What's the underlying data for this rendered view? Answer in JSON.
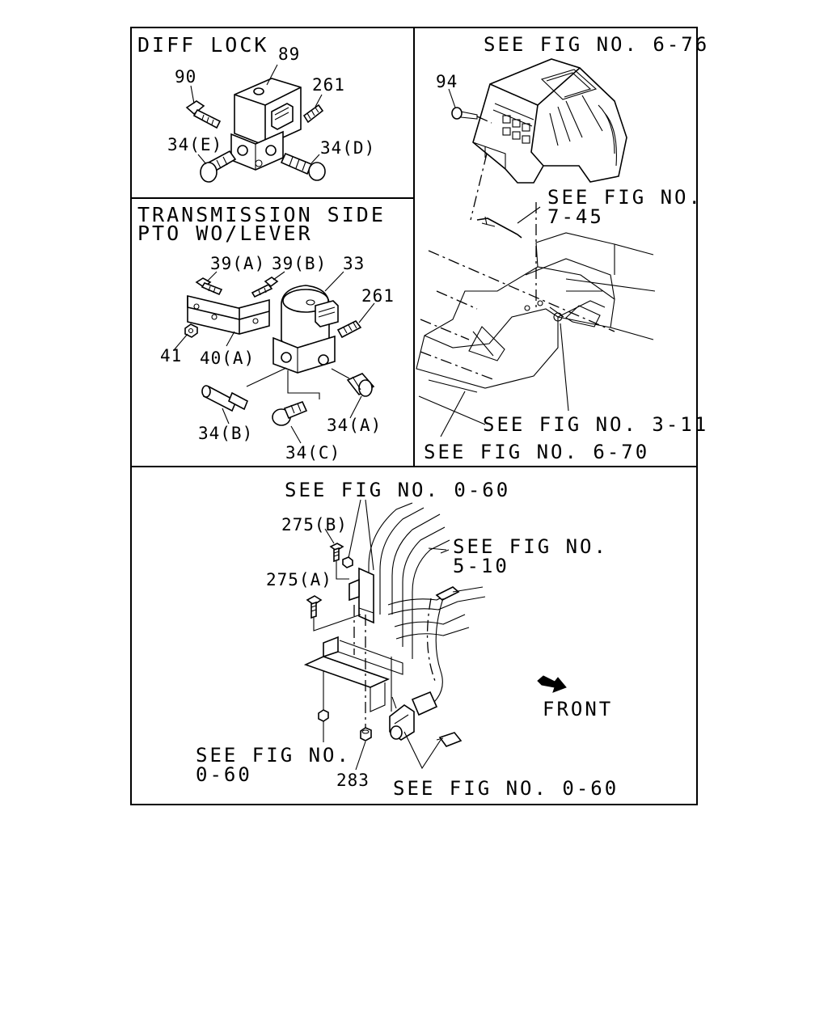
{
  "panels": {
    "diff_lock": {
      "title": "DIFF LOCK",
      "labels": {
        "p89": "89",
        "p90": "90",
        "p261": "261",
        "p34e": "34(E)",
        "p34d": "34(D)"
      }
    },
    "transmission": {
      "title_line1": "TRANSMISSION SIDE",
      "title_line2": "PTO WO/LEVER",
      "labels": {
        "p39a": "39(A)",
        "p39b": "39(B)",
        "p33": "33",
        "p261": "261",
        "p41": "41",
        "p40a": "40(A)",
        "p34b": "34(B)",
        "p34a": "34(A)",
        "p34c": "34(C)"
      }
    },
    "cab": {
      "refs": {
        "fig6_76": "SEE FIG NO. 6-76",
        "fig7_45_line1": "SEE FIG NO.",
        "fig7_45_line2": "7-45",
        "fig3_11": "SEE FIG NO. 3-11",
        "fig6_70": "SEE FIG NO. 6-70"
      },
      "labels": {
        "p94": "94"
      }
    },
    "frame": {
      "refs": {
        "fig0_60_top": "SEE FIG NO. 0-60",
        "fig5_10_line1": "SEE FIG NO.",
        "fig5_10_line2": "5-10",
        "fig0_60_left_line1": "SEE FIG NO.",
        "fig0_60_left_line2": "0-60",
        "fig0_60_bottom": "SEE FIG NO. 0-60"
      },
      "labels": {
        "p275b": "275(B)",
        "p275a": "275(A)",
        "p283": "283",
        "front": "FRONT"
      }
    }
  },
  "icons": {
    "front_arrow": "front-arrow-icon"
  }
}
